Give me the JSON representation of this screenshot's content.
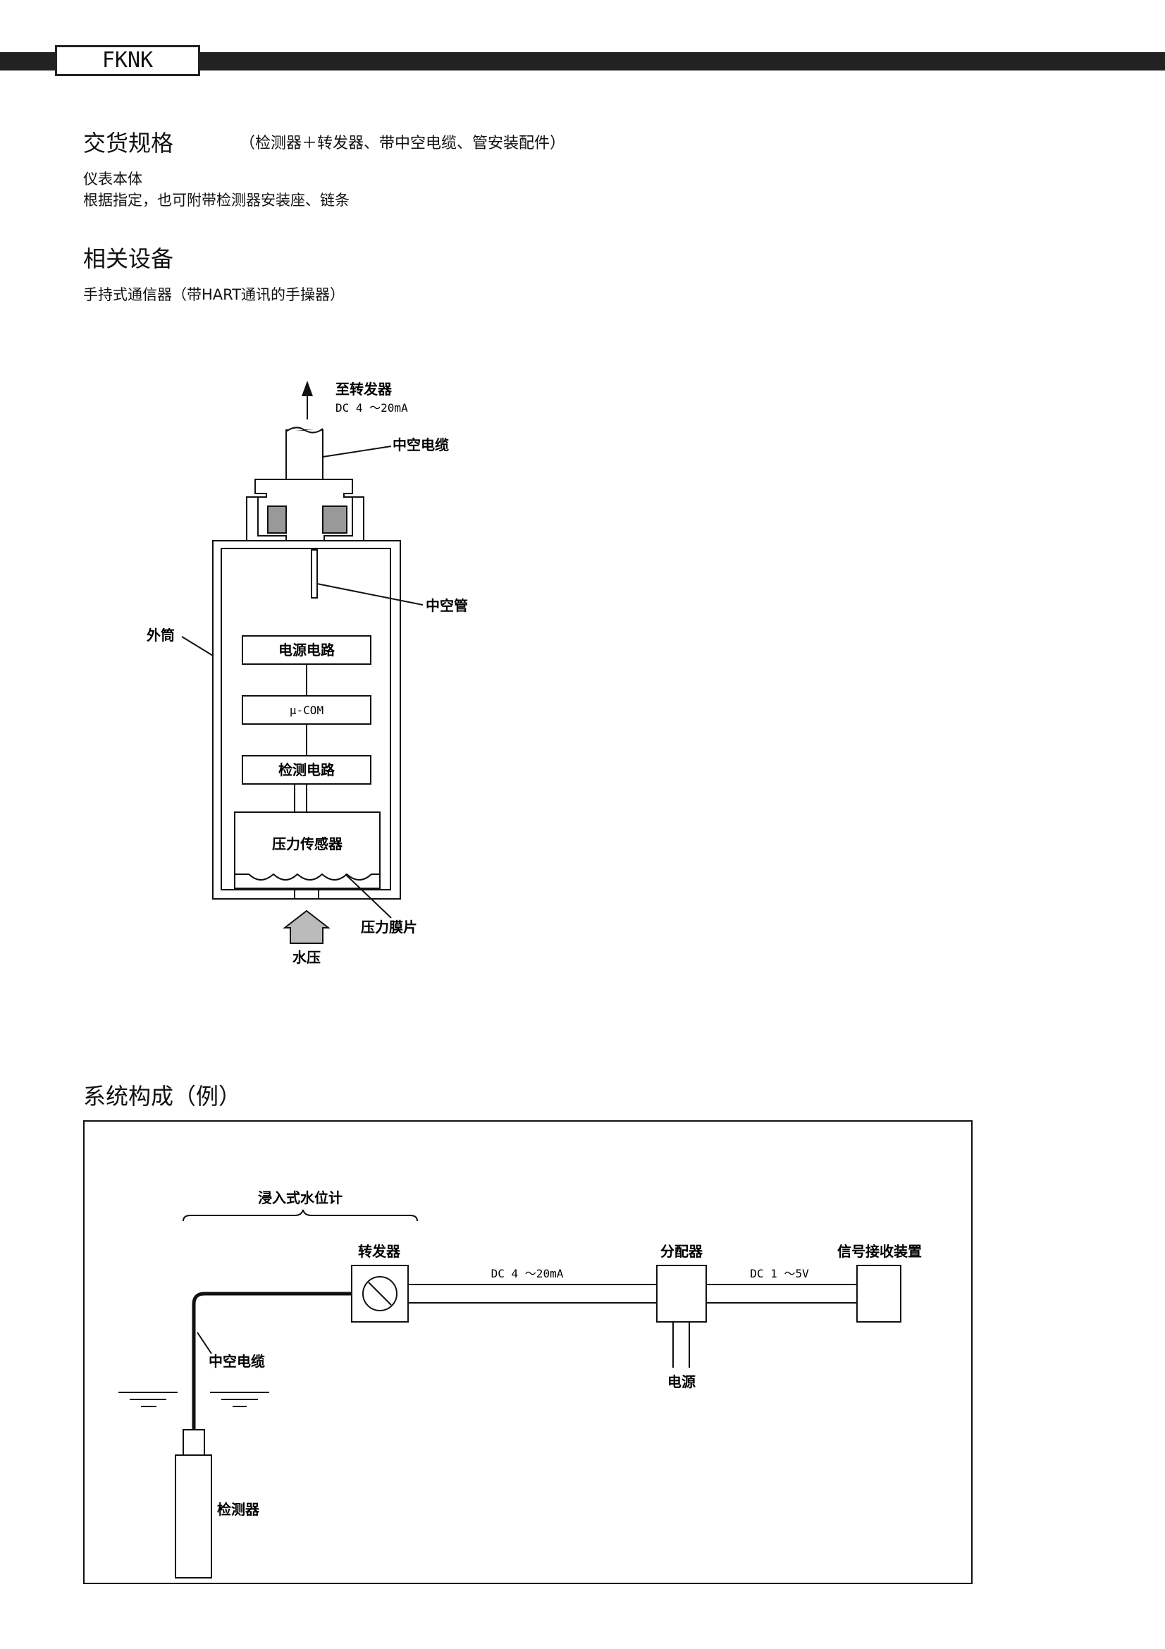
{
  "header": {
    "brand": "FKNK"
  },
  "delivery": {
    "title": "交货规格",
    "note": "（检测器＋转发器、带中空电缆、管安装配件）",
    "line1": "仪表本体",
    "line2": "根据指定，也可附带检测器安装座、链条"
  },
  "related": {
    "title": "相关设备",
    "line1": "手持式通信器（带HART通讯的手操器）"
  },
  "sensor_diagram": {
    "to_transmitter": "至转发器",
    "signal": "DC 4 ～20mA",
    "hollow_cable": "中空电缆",
    "hollow_tube": "中空管",
    "outer_shell": "外筒",
    "power_circuit": "电源电路",
    "mcu": "µ-COM",
    "detect_circuit": "检测电路",
    "pressure_sensor": "压力传感器",
    "diaphragm": "压力膜片",
    "water_pressure": "水压"
  },
  "system": {
    "title": "系统构成（例）",
    "level_meter": "浸入式水位计",
    "transmitter": "转发器",
    "signal1": "DC 4 ～20mA",
    "distributor": "分配器",
    "signal2": "DC 1 ～5V",
    "receiver": "信号接收装置",
    "hollow_cable": "中空电缆",
    "power": "电源",
    "detector": "检测器"
  }
}
